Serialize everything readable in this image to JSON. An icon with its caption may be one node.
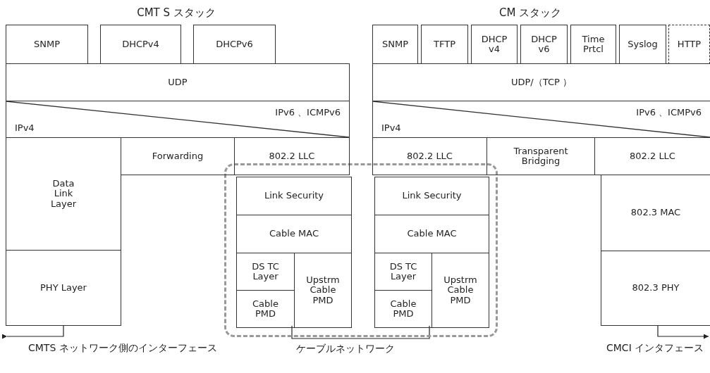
{
  "diagram": {
    "nodes": [
      {
        "text": [
          "SNMP"
        ]
      },
      {
        "text": [
          "DHCPv4"
        ]
      },
      {
        "text": [
          "DHCPv6"
        ]
      },
      {
        "text": [
          "SNMP"
        ]
      },
      {
        "text": [
          "TFTP"
        ]
      },
      {
        "text": [
          "DHCP v4"
        ]
      },
      {
        "text": [
          "DHCP v6"
        ]
      },
      {
        "text": [
          "Time Prtcl"
        ]
      },
      {
        "text": [
          "Syslog"
        ]
      },
      {
        "text": [
          "HTTP"
        ]
      },
      {
        "text": [
          "UDP"
        ]
      },
      {
        "text": [
          "UDP/（TCP ）"
        ]
      },
      {
        "text": [
          "IPv4",
          "IPv6 、ICMPv6"
        ]
      },
      {
        "text": [
          "IPv4",
          "IPv6 、ICMPv6"
        ]
      },
      {
        "text": [
          "Data Link Layer"
        ]
      },
      {
        "text": [
          "Forwarding"
        ]
      },
      {
        "text": [
          "802.2 LLC"
        ]
      },
      {
        "text": [
          "802.2 LLC"
        ]
      },
      {
        "text": [
          "Transparent Bridging"
        ]
      },
      {
        "text": [
          "802.2 LLC"
        ]
      },
      {
        "text": [],
        "shape": "box"
      },
      {
        "text": [
          "Link Security"
        ],
        "in": 20
      },
      {
        "text": [
          "Cable MAC"
        ],
        "in": 20
      },
      {
        "text": [
          "DS TC Layer"
        ],
        "in": 20
      },
      {
        "text": [
          "Cable PMD"
        ],
        "in": 20
      },
      {
        "text": [
          "Upstrm Cable PMD"
        ],
        "in": 20
      },
      {
        "text": [
          "Link Security"
        ],
        "in": 20
      },
      {
        "text": [
          "Cable MAC"
        ],
        "in": 20
      },
      {
        "text": [
          "DS TC Layer"
        ],
        "in": 20
      },
      {
        "text": [
          "Cable PMD"
        ],
        "in": 20
      },
      {
        "text": [
          "Upstrm Cable PMD"
        ],
        "in": 20
      },
      {
        "text": [
          "802.3 MAC"
        ]
      },
      {
        "text": [
          "PHY Layer"
        ]
      },
      {
        "text": [
          "802.3 PHY"
        ]
      }
    ],
    "edges": [
      {
        "from": 32,
        "to": null,
        "arrow": "to",
        "label": "CMTS ネットワーク側のインターフェース"
      },
      {
        "from": 25,
        "to": 30,
        "arrow": "none",
        "label": "ケーブルネットワーク"
      },
      {
        "from": 33,
        "to": null,
        "arrow": "to",
        "label": "CMCI インタフェース"
      }
    ],
    "labels": [
      "CMT S スタック",
      "CM スタック"
    ]
  }
}
